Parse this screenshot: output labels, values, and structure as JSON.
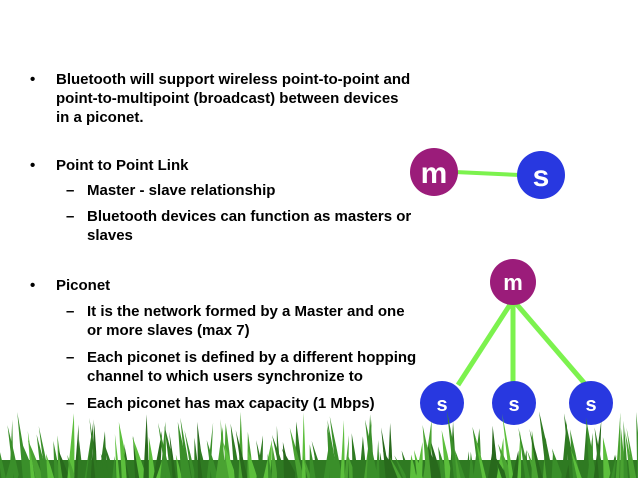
{
  "bullets": [
    {
      "text": "Bluetooth will support wireless point-to-point and\npoint-to-multipoint (broadcast) between devices\nin a piconet."
    },
    {
      "text": "Point to Point Link"
    },
    {
      "text": "Piconet"
    }
  ],
  "sub_bullets": {
    "p2p": [
      {
        "text": "Master - slave relationship"
      },
      {
        "text": "Bluetooth devices can function as masters or\nslaves"
      }
    ],
    "piconet": [
      {
        "text": "It is the network formed by a Master and one\nor more slaves (max 7)"
      },
      {
        "text": "Each piconet is defined by a different hopping\nchannel to which users synchronize to"
      },
      {
        "text": "Each piconet has max capacity (1 Mbps)"
      }
    ]
  },
  "bullet_glyph": "•",
  "dash_glyph": "–",
  "diagram": {
    "p2p_master_label": "m",
    "p2p_slave_label": "s",
    "piconet_master_label": "m",
    "piconet_slave_labels": [
      "s",
      "s",
      "s"
    ]
  },
  "colors": {
    "master_node": "#9b1c7a",
    "slave_node": "#2838e0",
    "link": "#7cf24e",
    "grass": "#3a8f2a"
  }
}
